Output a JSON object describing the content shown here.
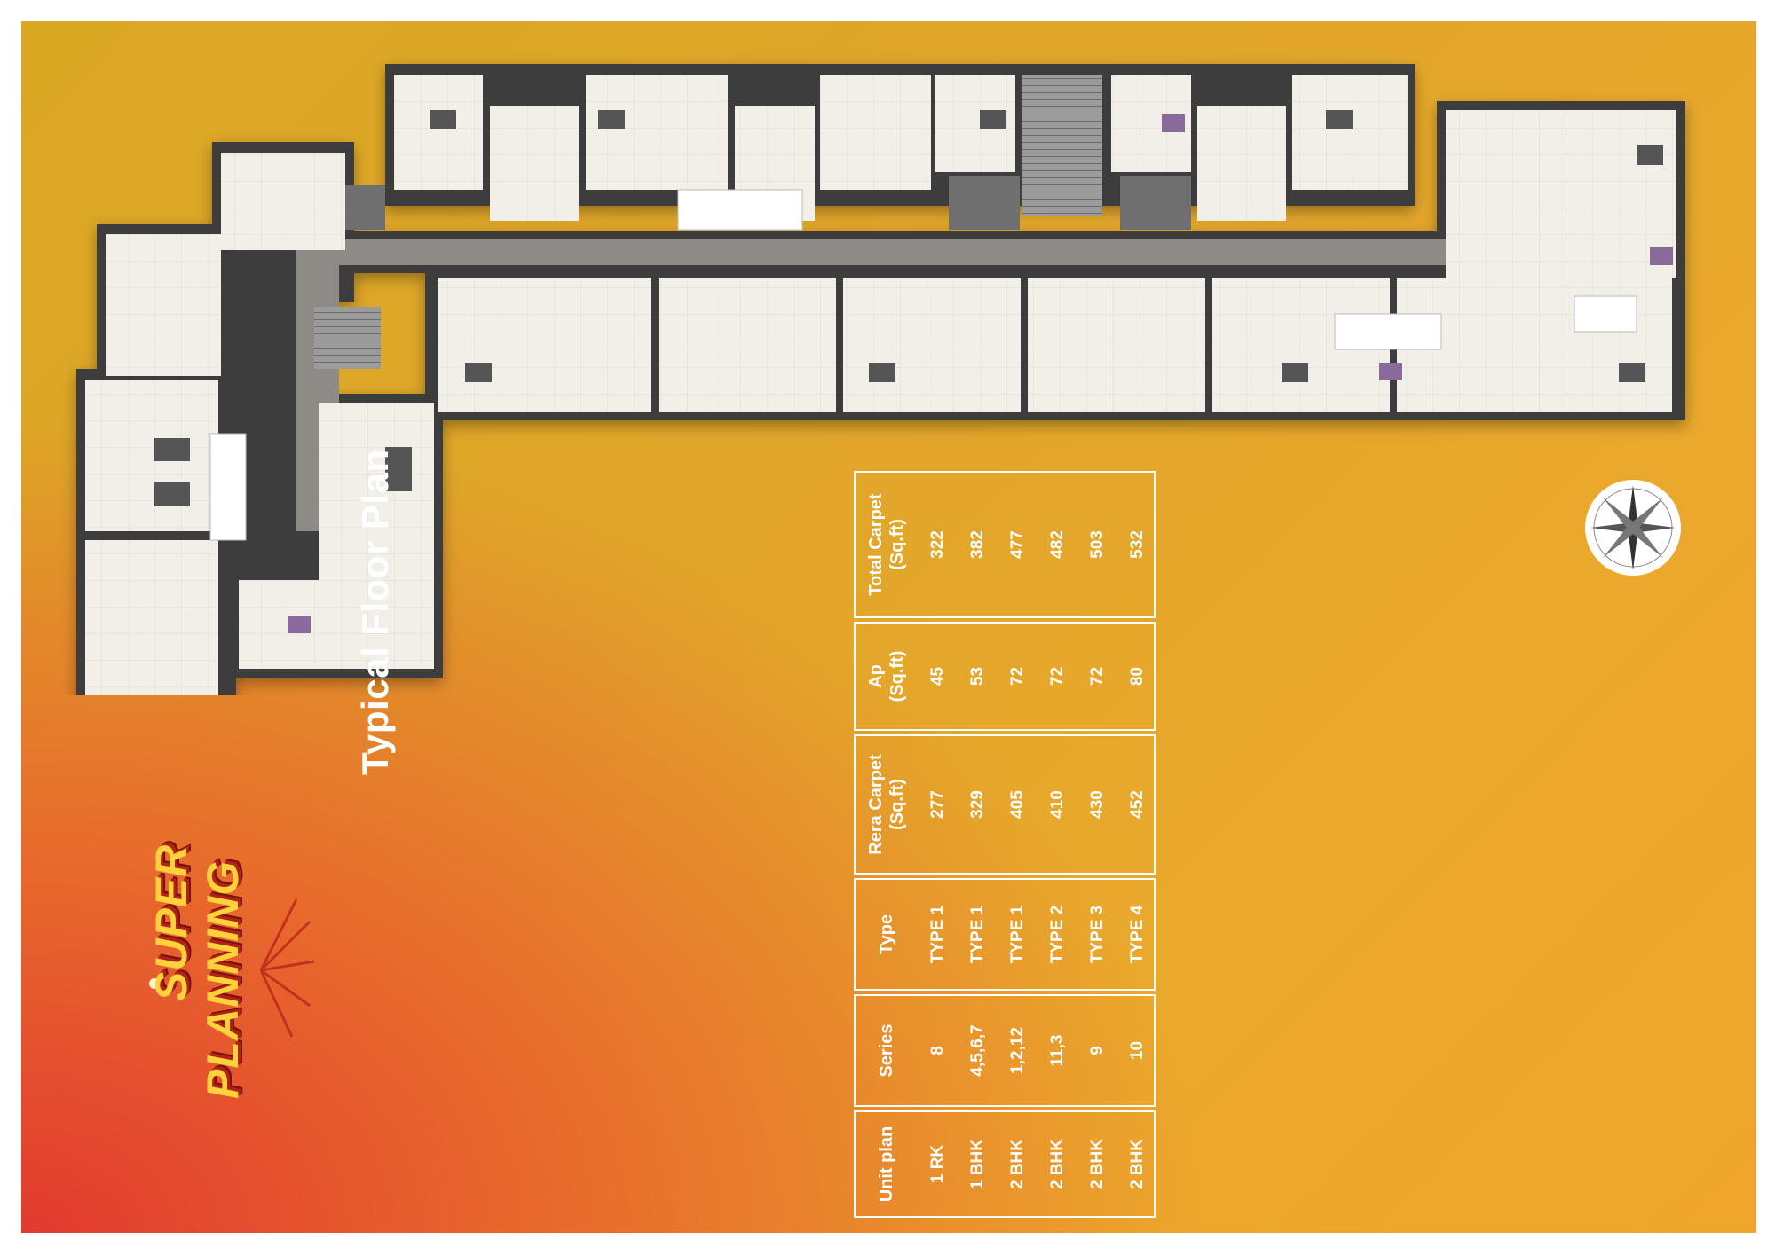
{
  "title": "Typical Floor Plan",
  "logo": {
    "line1": "SUPER",
    "line2": "PLANNING"
  },
  "colors": {
    "gradient_red": "#e23a2f",
    "gradient_yellow": "#dba824",
    "gradient_orange": "#f0a52c",
    "table_lines": "#ffffff",
    "logo_fill": "#ffd13a",
    "logo_shadow": "#b32218"
  },
  "compass": {
    "icon": "compass-rose-icon"
  },
  "table": {
    "headers": [
      "Unit plan",
      "Series",
      "Type",
      "Rera Carpet\n(Sq.ft)",
      "Ap\n(Sq.ft)",
      "Total Carpet\n(Sq.ft)"
    ],
    "rows": [
      [
        "1 RK",
        "8",
        "TYPE 1",
        "277",
        "45",
        "322"
      ],
      [
        "1 BHK",
        "4,5,6,7",
        "TYPE 1",
        "329",
        "53",
        "382"
      ],
      [
        "2 BHK",
        "1,2,12",
        "TYPE 1",
        "405",
        "72",
        "477"
      ],
      [
        "2 BHK",
        "11,3",
        "TYPE 2",
        "410",
        "72",
        "482"
      ],
      [
        "2 BHK",
        "9",
        "TYPE 3",
        "430",
        "72",
        "503"
      ],
      [
        "2 BHK",
        "10",
        "TYPE 4",
        "452",
        "80",
        "532"
      ]
    ]
  }
}
